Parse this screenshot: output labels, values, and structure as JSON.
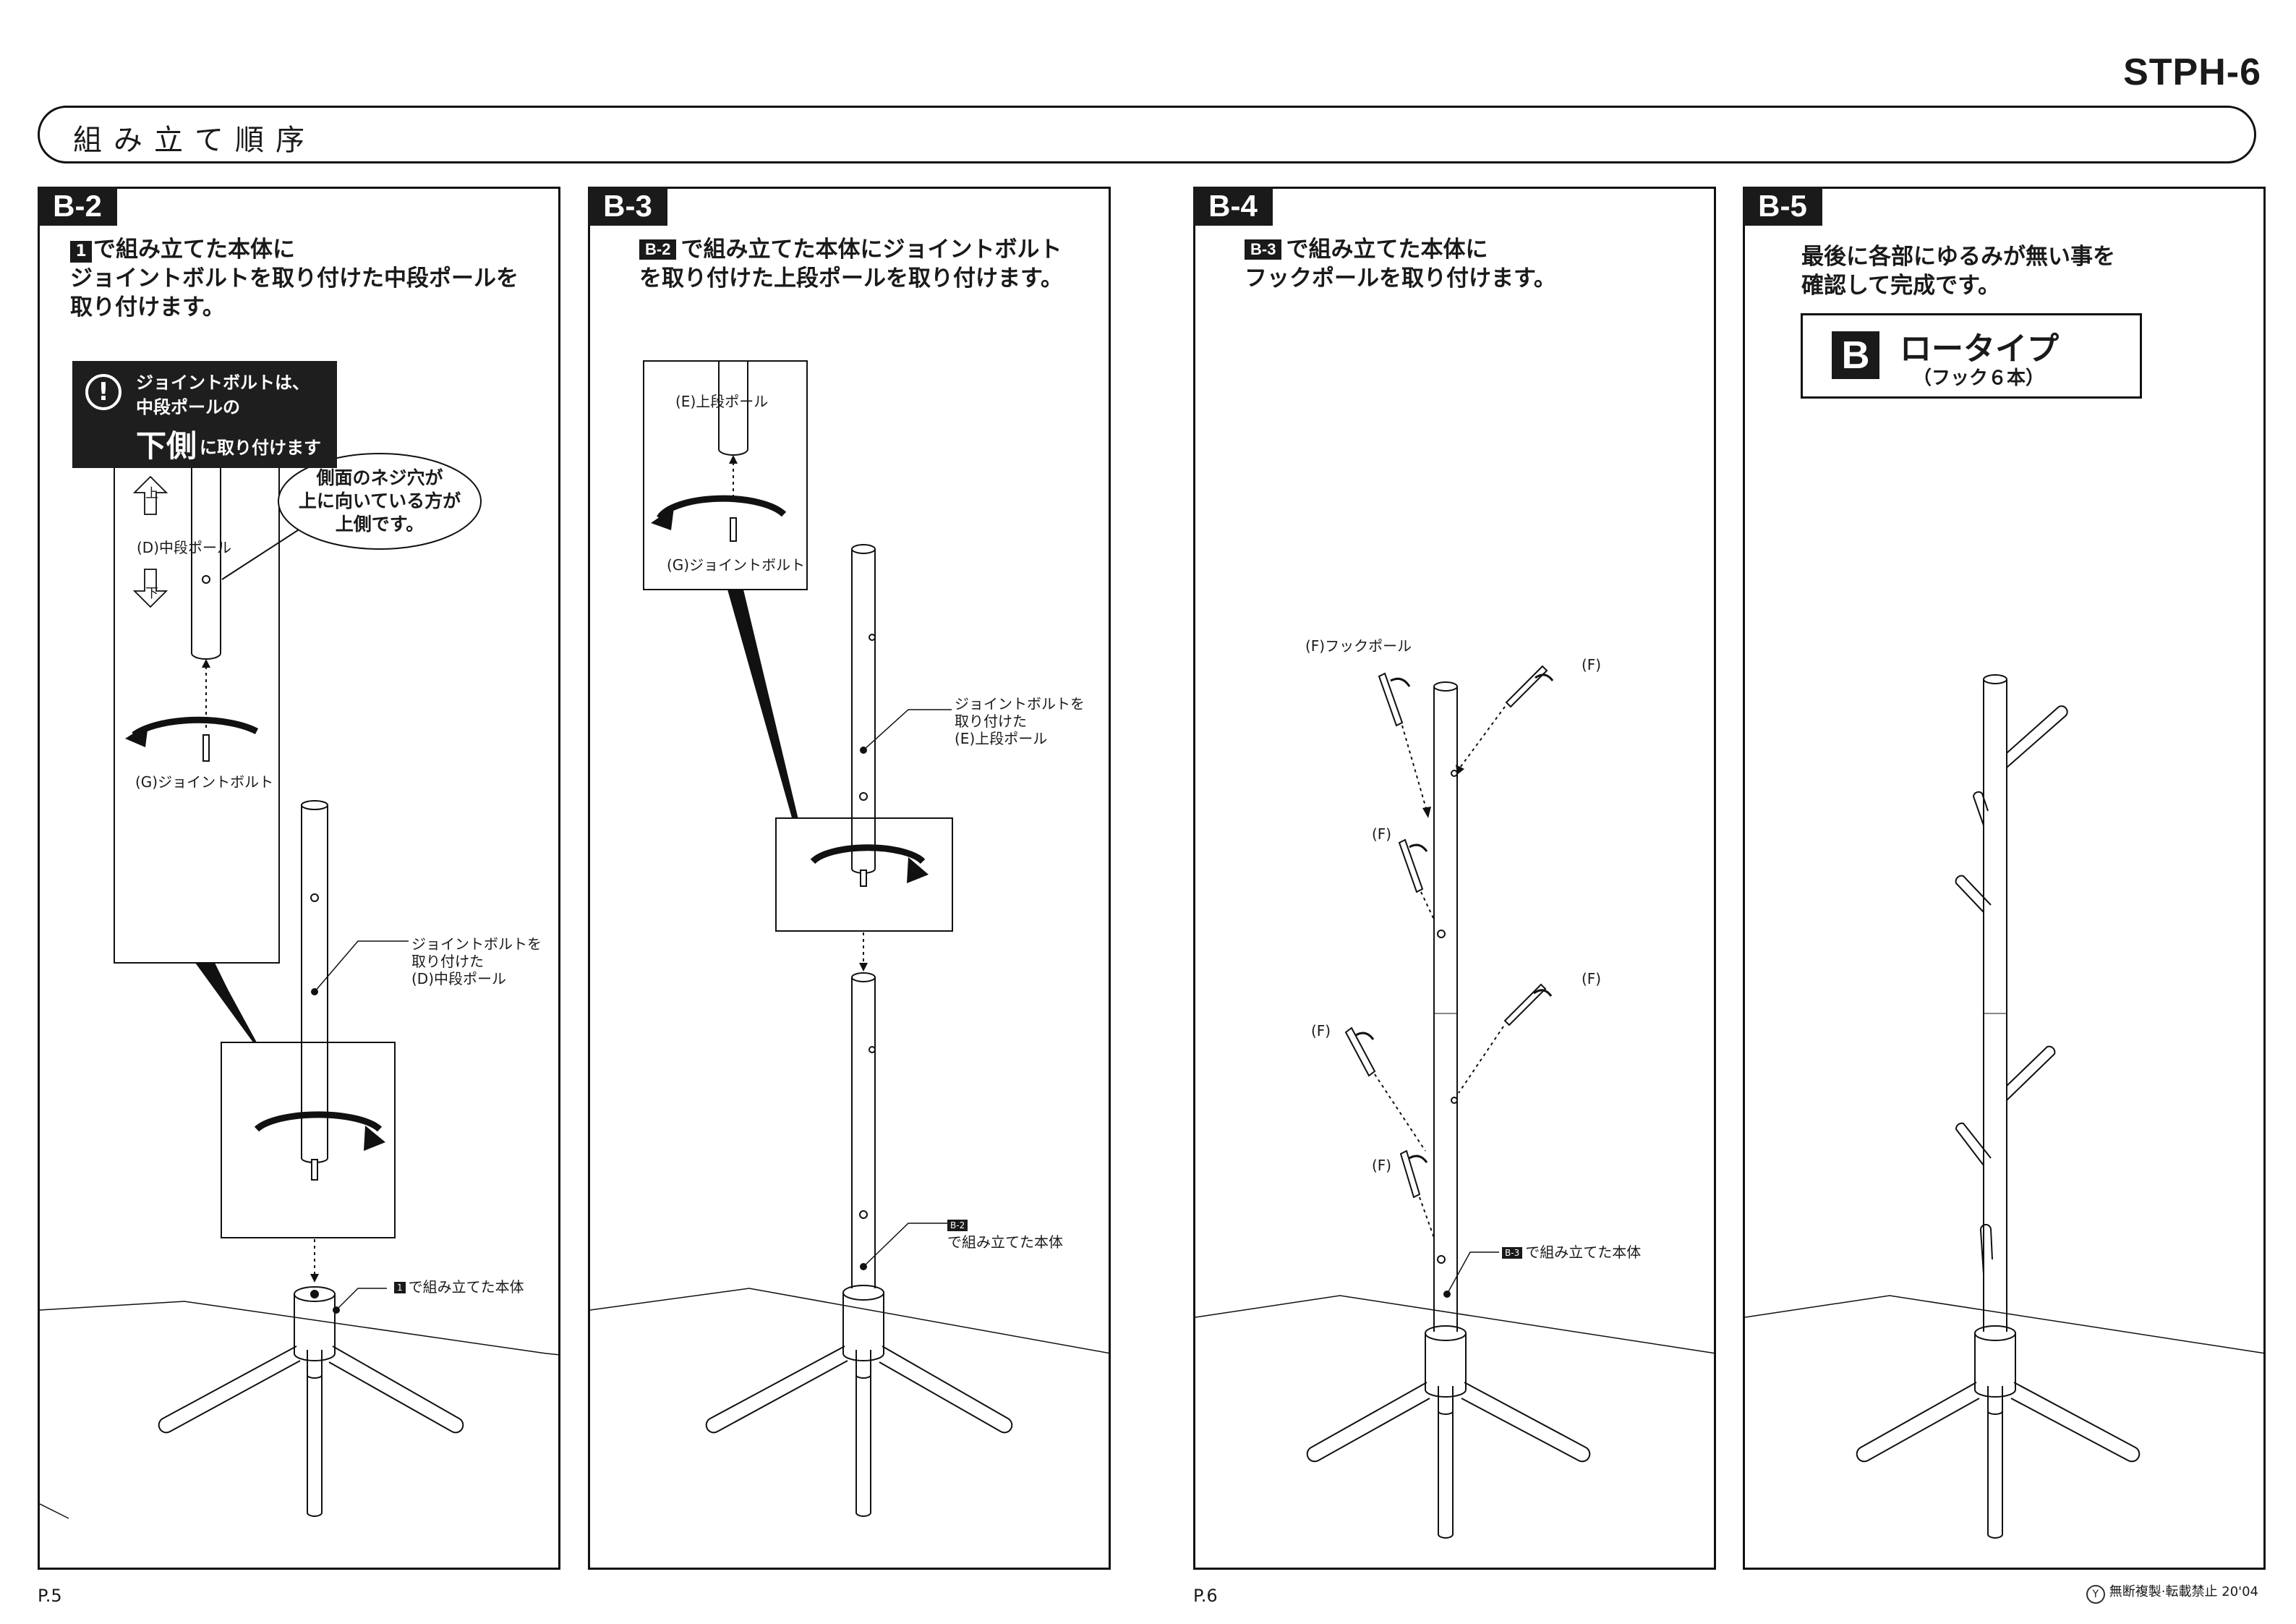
{
  "model": "STPH-6",
  "title": "組み立て順序",
  "steps": {
    "b2": {
      "label": "B-2",
      "badge": "1",
      "instr_line1": "で組み立てた本体に",
      "instr_line2": "ジョイントボルトを取り付けた中段ポールを",
      "instr_line3": "取り付けます。",
      "warning_line1": "ジョイントボルトは、",
      "warning_line2": "中段ポールの",
      "warning_big": "下側",
      "warning_line3": "に取り付けます",
      "bubble_line1": "側面のネジ穴が",
      "bubble_line2": "上に向いている方が",
      "bubble_line3": "上側です。",
      "up_glyph": "上",
      "down_glyph": "下",
      "part_d": "(D)中段ポール",
      "part_g": "(G)ジョイントボルト",
      "callout_line1": "ジョイントボルトを",
      "callout_line2": "取り付けた",
      "callout_line3": "(D)中段ポール",
      "base_badge": "1",
      "base_label": "で組み立てた本体"
    },
    "b3": {
      "label": "B-3",
      "badge": "B-2",
      "instr_line1": "で組み立てた本体にジョイントボルト",
      "instr_line2": "を取り付けた上段ポールを取り付けます。",
      "part_e": "(E)上段ポール",
      "part_g": "(G)ジョイントボルト",
      "callout_line1": "ジョイントボルトを",
      "callout_line2": "取り付けた",
      "callout_line3": "(E)上段ポール",
      "base_badge": "B-2",
      "base_label": "で組み立てた本体"
    },
    "b4": {
      "label": "B-4",
      "badge": "B-3",
      "instr_line1": "で組み立てた本体に",
      "instr_line2": "フックポールを取り付けます。",
      "part_f": "(F)フックポール",
      "f_marker": "(F)",
      "base_badge": "B-3",
      "base_label": "で組み立てた本体"
    },
    "b5": {
      "label": "B-5",
      "instr_line1": "最後に各部にゆるみが無い事を",
      "instr_line2": "確認して完成です。",
      "type_letter": "B",
      "type_name": "ロータイプ",
      "type_sub": "（フック６本）"
    }
  },
  "footer": {
    "page_left": "P.5",
    "page_right": "P.6",
    "copyright_mark": "Y",
    "copyright": "無断複製·転載禁止 20'04"
  }
}
